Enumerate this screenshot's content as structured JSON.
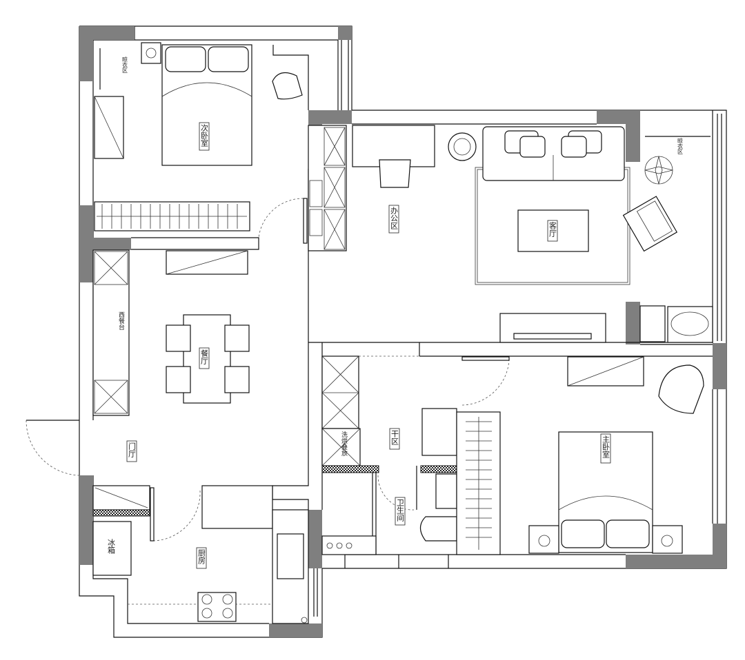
{
  "title": "户型平面布置图",
  "rooms": {
    "second_bedroom": "次卧室",
    "office": "办公区",
    "living_room": "客厅",
    "dining_room": "餐厅",
    "foyer": "门厅",
    "kitchen": "厨房",
    "fridge": "冰箱",
    "master_bedroom": "主卧室",
    "dry_area": "干区",
    "bathroom": "卫生间",
    "washer_dryer": "洗烘叠放",
    "counter": "西餐台",
    "drying_rack_left": "晾衣区",
    "drying_rack_right": "晾衣区"
  },
  "colors": {
    "wall": "#7f7f7f",
    "line": "#111111"
  }
}
